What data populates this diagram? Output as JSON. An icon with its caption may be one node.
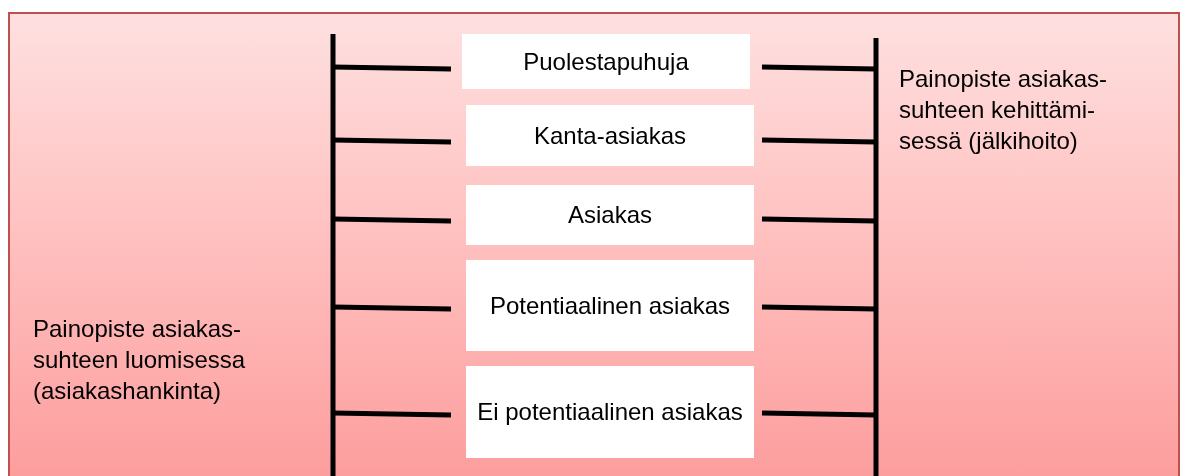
{
  "diagram": {
    "nodes": [
      {
        "text": [
          "Puolestapuhuja"
        ]
      },
      {
        "text": [
          "Kanta-asiakas"
        ]
      },
      {
        "text": [
          "Asiakas"
        ]
      },
      {
        "text": [
          "Potentiaalinen asiakas"
        ]
      },
      {
        "text": [
          "Ei potentiaalinen asiakas"
        ]
      }
    ],
    "labels": [
      "Painopiste asiakas- suhteen kehittämi- sessä (jälkihoito)",
      "Painopiste asiakas- suhteen luomisessa (asiakashankinta)"
    ]
  }
}
